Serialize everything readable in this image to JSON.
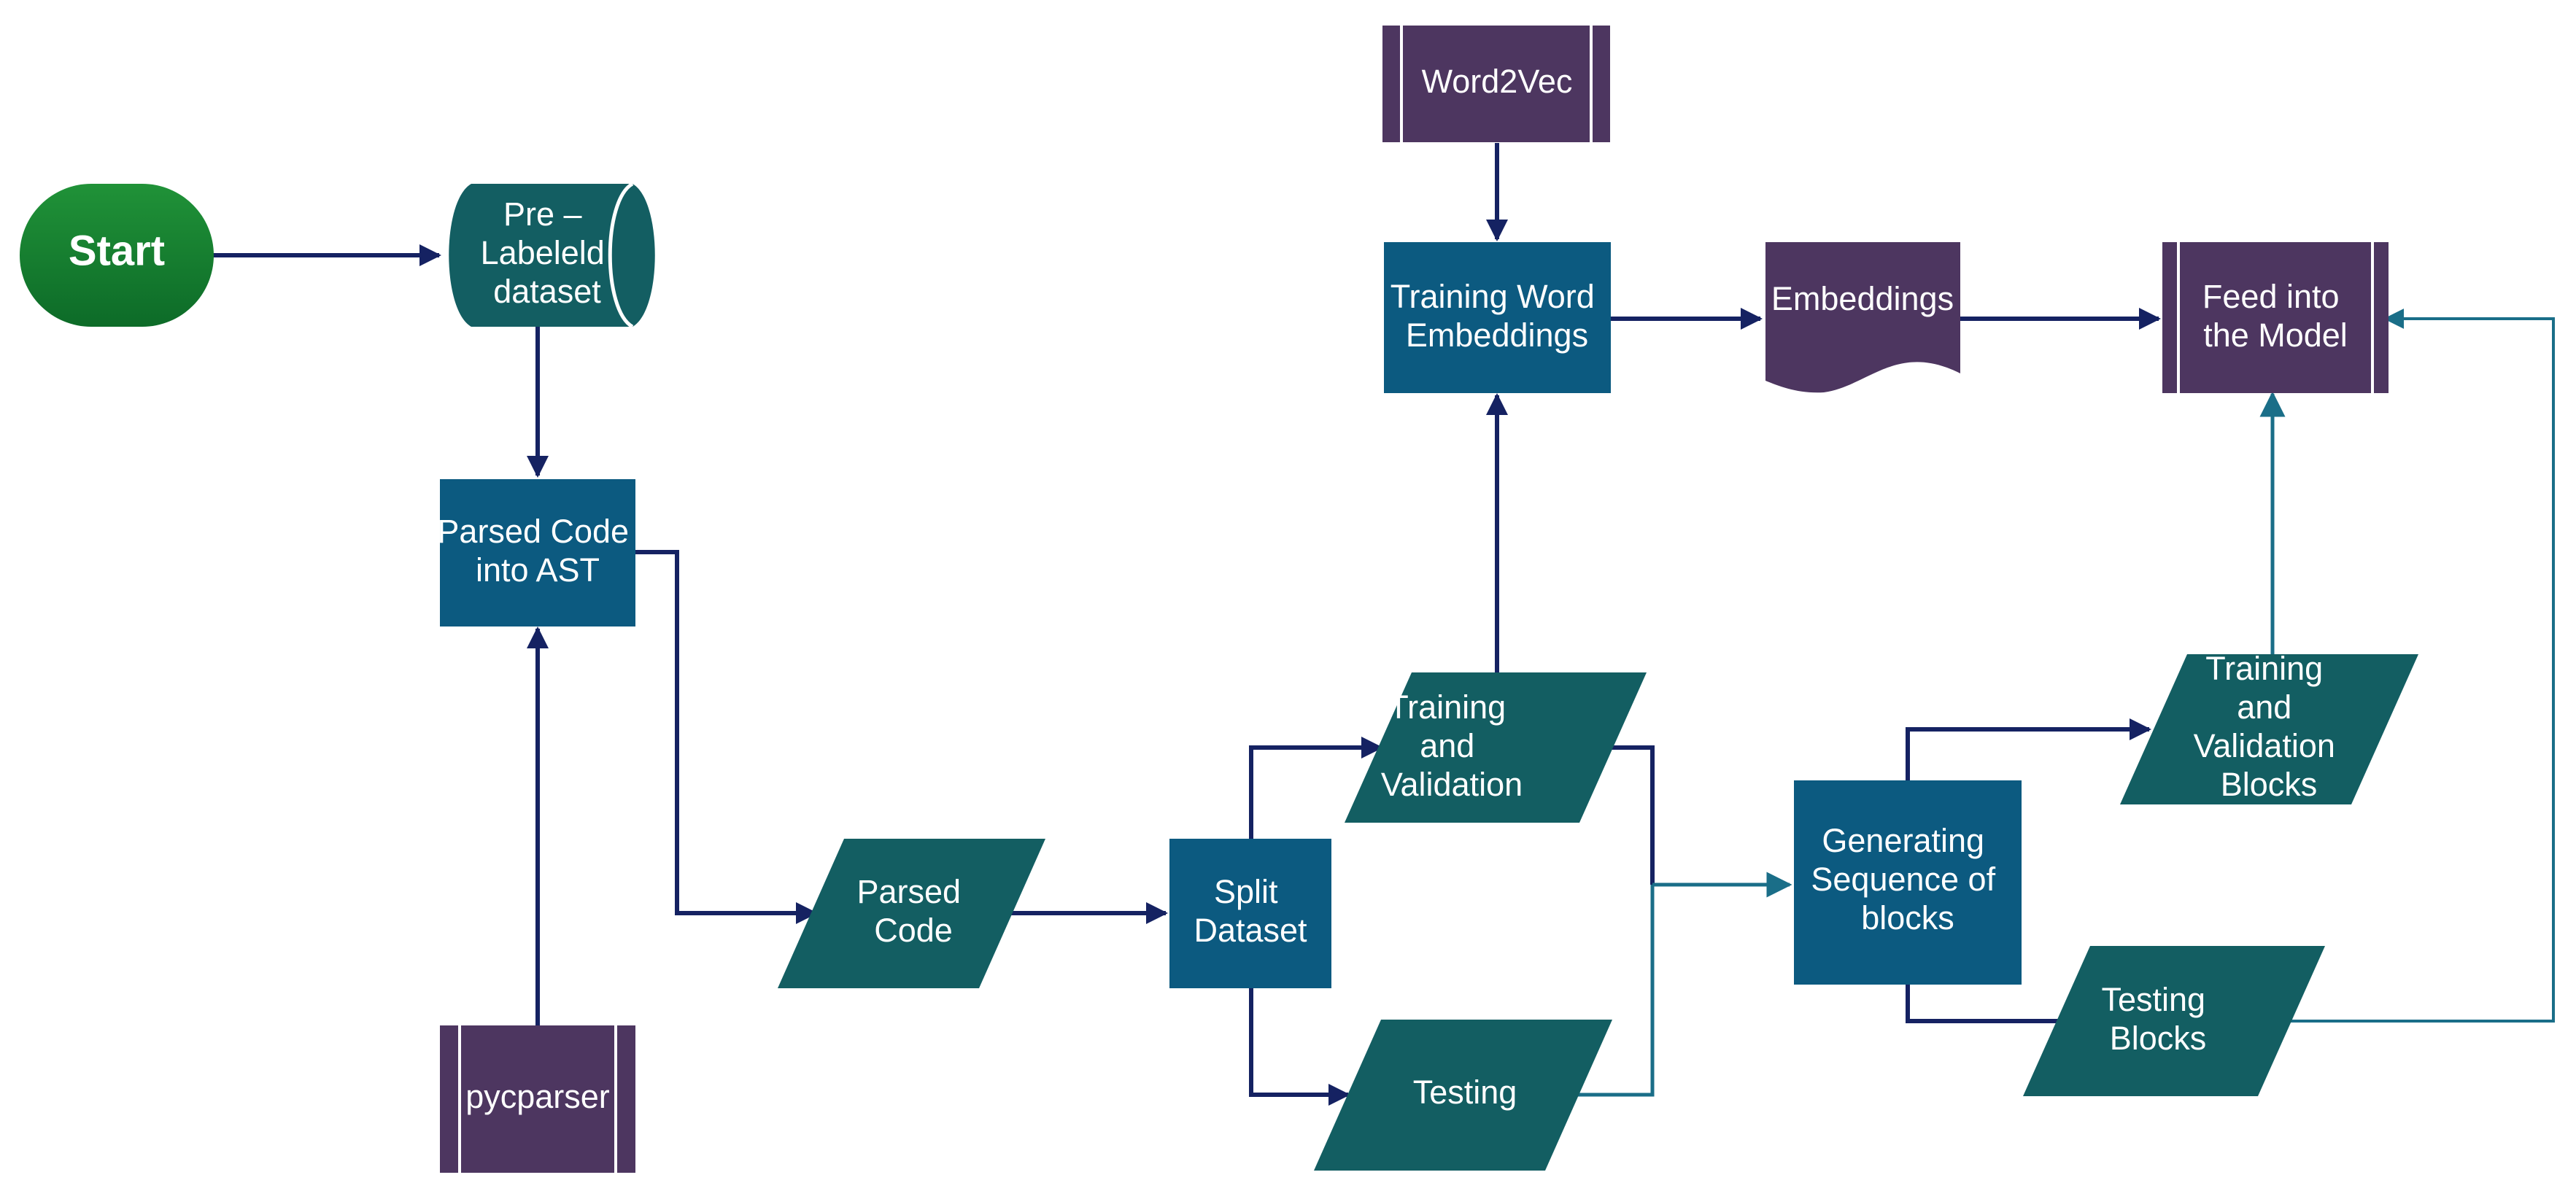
{
  "colors": {
    "teal": "#135e62",
    "blue": "#0c5a80",
    "purple": "#4d3660",
    "green_top": "#209238",
    "green_bottom": "#0d6b28",
    "arrow_navy": "#152262",
    "arrow_teal": "#1a6e88"
  },
  "nodes": {
    "start": {
      "label": "Start"
    },
    "prelabeled": {
      "lines": [
        "Pre –",
        "Labeleld",
        "dataset"
      ]
    },
    "parsed_ast": {
      "lines": [
        "Parsed Code",
        "into AST"
      ]
    },
    "pycparser": {
      "label": "pycparser"
    },
    "parsed_code": {
      "lines": [
        "Parsed",
        "Code"
      ]
    },
    "split": {
      "lines": [
        "Split",
        "Dataset"
      ]
    },
    "train_val": {
      "lines": [
        "Training",
        "and",
        "Validation"
      ]
    },
    "testing": {
      "label": "Testing"
    },
    "word2vec": {
      "label": "Word2Vec"
    },
    "training_emb": {
      "lines": [
        "Training Word",
        "Embeddings"
      ]
    },
    "embeddings": {
      "label": "Embeddings"
    },
    "feed_model": {
      "lines": [
        "Feed into",
        "the Model"
      ]
    },
    "gen_seq": {
      "lines": [
        "Generating",
        "Sequence of",
        "blocks"
      ]
    },
    "train_val_blocks": {
      "lines": [
        "Training",
        "and",
        "Validation",
        "Blocks"
      ]
    },
    "testing_blocks": {
      "lines": [
        "Testing",
        "Blocks"
      ]
    }
  }
}
